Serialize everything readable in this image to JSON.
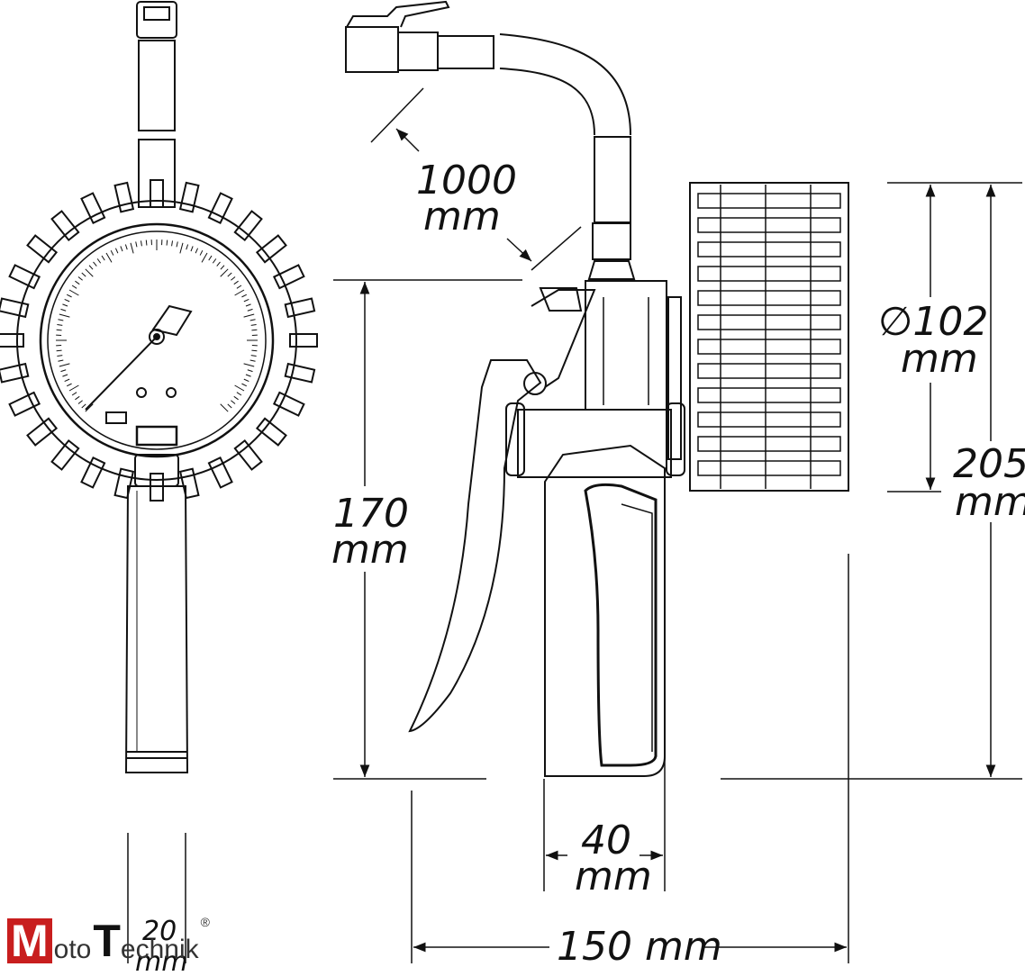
{
  "dimensions": {
    "hose_length": {
      "value": "1000",
      "unit": "mm"
    },
    "gauge_diameter": {
      "value": "∅102",
      "unit": "mm"
    },
    "total_height": {
      "value": "205",
      "unit": "mm"
    },
    "body_height": {
      "value": "170",
      "unit": "mm"
    },
    "grip_width": {
      "value": "40",
      "unit": "mm"
    },
    "total_length": {
      "value": "150 mm"
    },
    "handle_thickness": {
      "value": "20",
      "unit": "mm"
    }
  },
  "logo": {
    "letter_m": "M",
    "part1": "oto",
    "letter_t": "T",
    "part2": "echnik",
    "registered": "®"
  },
  "colors": {
    "line": "#111111",
    "logo_red": "#c81e1e"
  }
}
